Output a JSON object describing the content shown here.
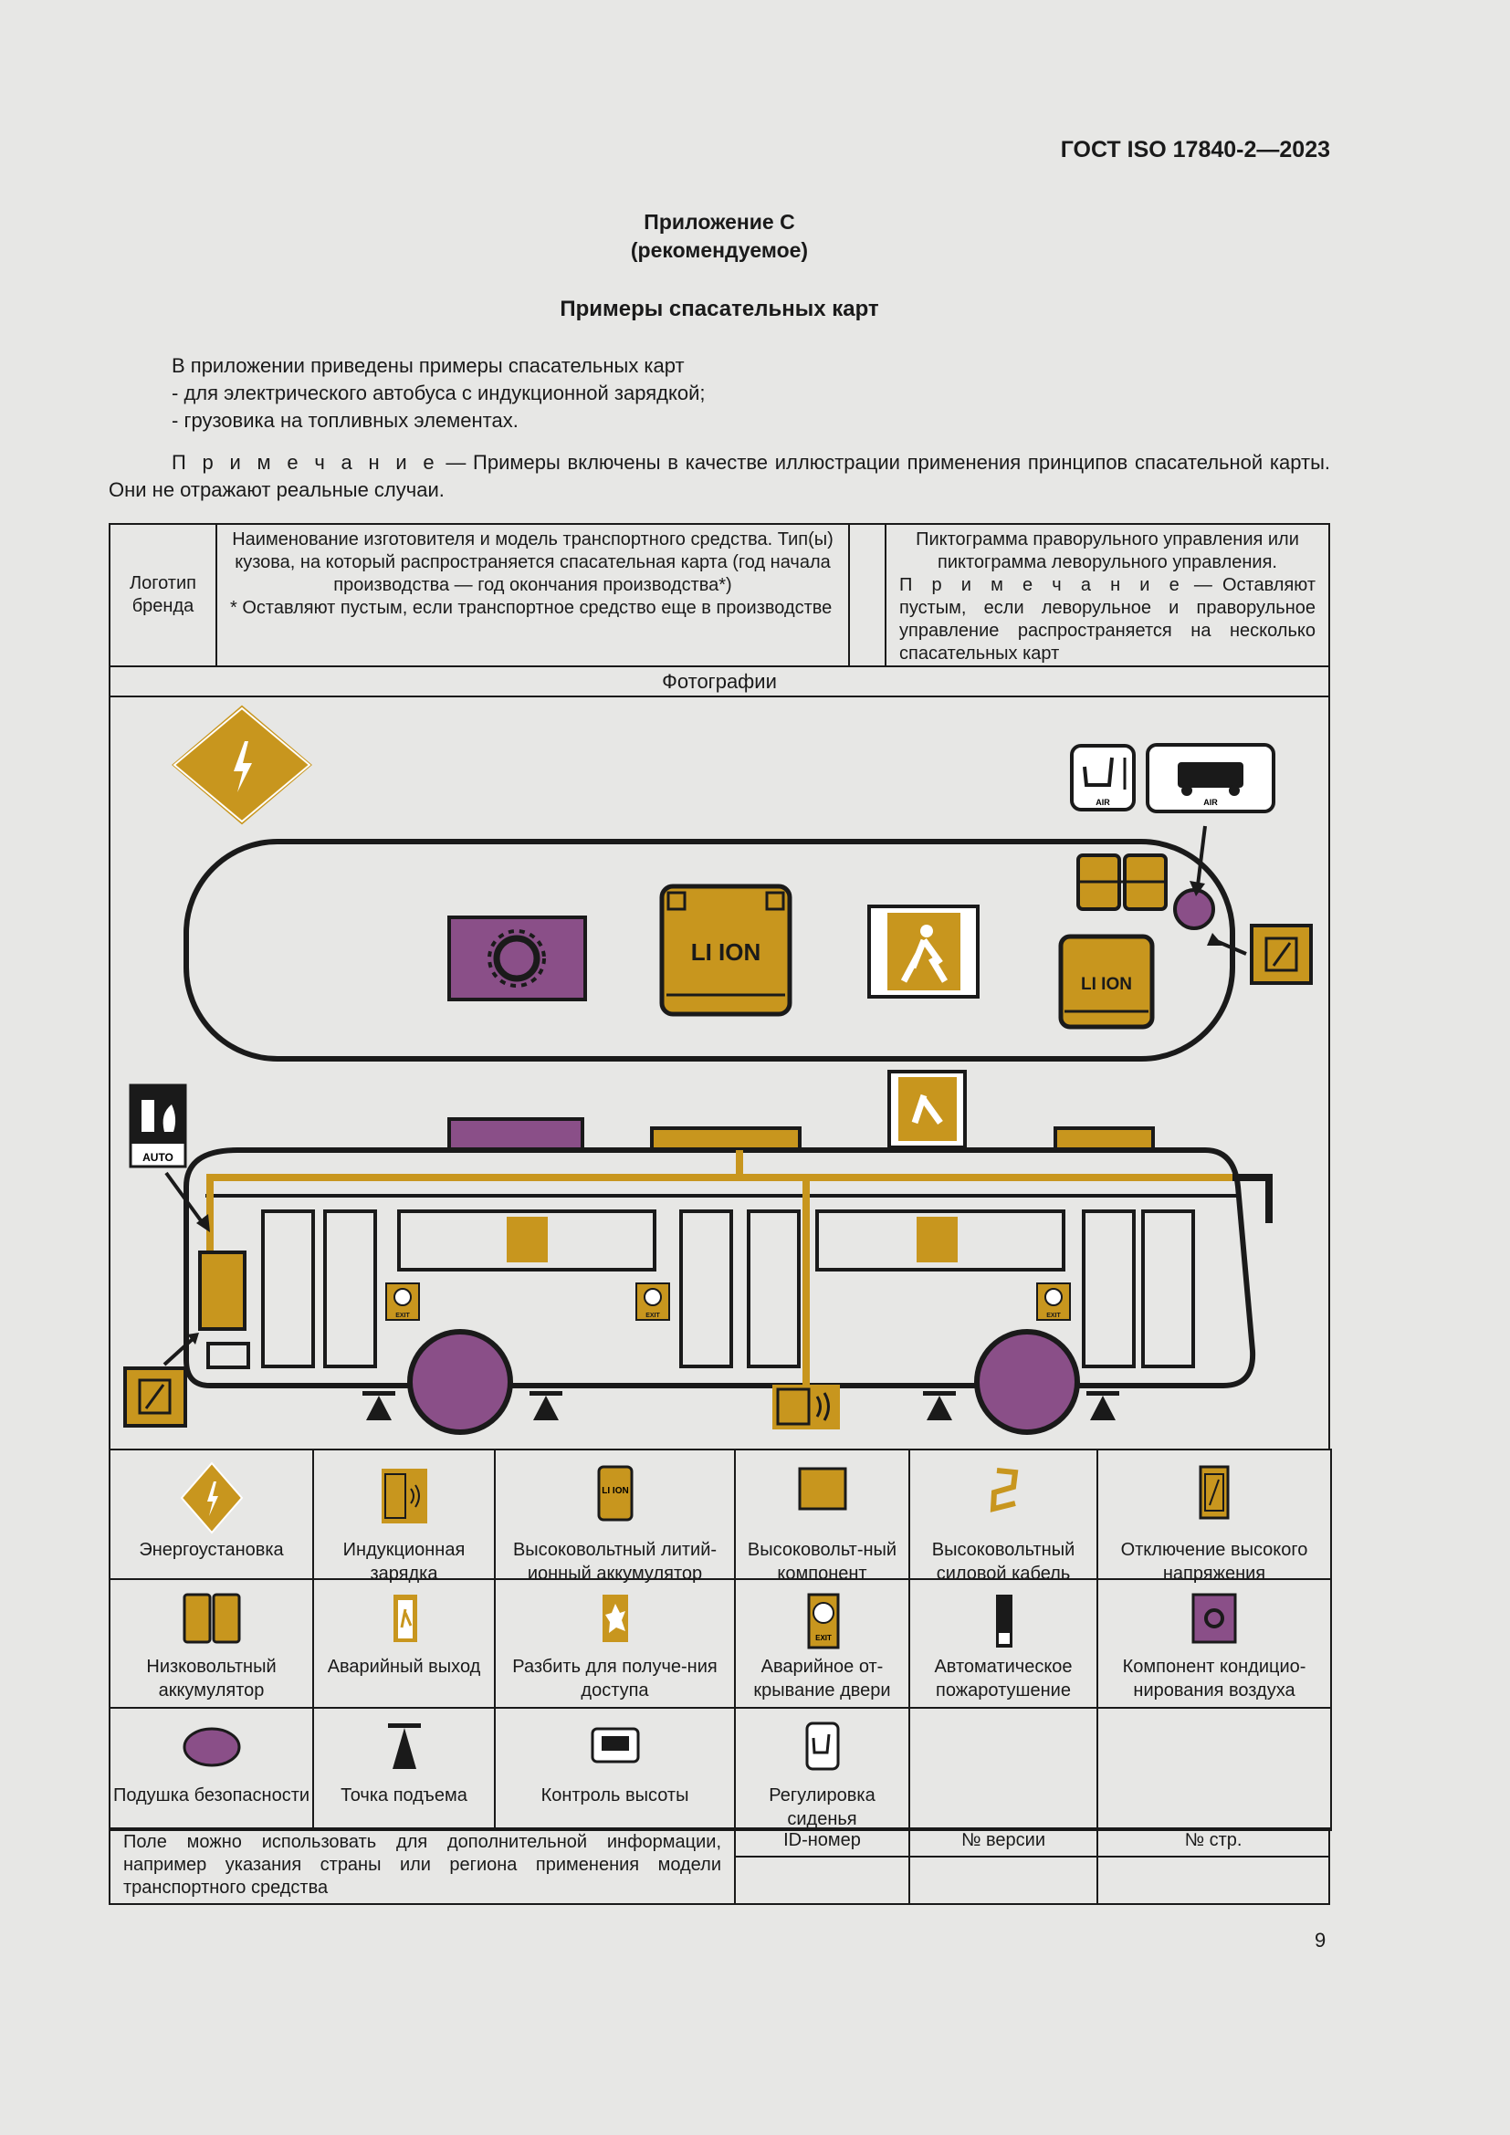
{
  "header": {
    "standard": "ГОСТ ISO 17840-2—2023"
  },
  "annex": {
    "title": "Приложение С",
    "status": "(рекомендуемое)",
    "heading": "Примеры спасательных карт"
  },
  "intro": {
    "lines": [
      "В приложении приведены примеры спасательных карт",
      "- для электрического автобуса с индукционной зарядкой;",
      "- грузовика на топливных элементах."
    ],
    "note_label": "П р и м е ч а н и е",
    "note_text": " — Примеры включены в качестве иллюстрации применения принципов спасательной карты. Они не отражают реальные случаи."
  },
  "card": {
    "logo": "Логотип бренда",
    "model_text": "Наименование изготовителя и модель транспортного средства. Тип(ы) кузова, на который распространяется спасательная карта (год начала производства — год окончания производства*)",
    "model_footnote": "* Оставляют пустым, если транспортное средство еще в производстве",
    "pictogram_text": "Пиктограмма праворульного управления или пиктограмма леворульного управления.",
    "pictogram_note_label": "П р и м е ч а н и е",
    "pictogram_note_text": " — Оставляют пустым, если леворульное и праворульное управление распространяется на несколько спасательных карт",
    "photos": "Фотографии",
    "drawing_labels": {
      "li_ion": "LI ION",
      "auto": "AUTO",
      "air": "AIR",
      "exit": "EXIT"
    }
  },
  "legend": [
    {
      "icon": "power-plant-diamond-icon",
      "label": "Энергоустановка"
    },
    {
      "icon": "induction-charging-icon",
      "label": "Индукционная зарядка"
    },
    {
      "icon": "li-ion-battery-icon",
      "label": "Высоковольтный литий-ионный аккумулятор"
    },
    {
      "icon": "hv-component-icon",
      "label": "Высоковольт-ный компонент"
    },
    {
      "icon": "hv-cable-icon",
      "label": "Высоковольтный силовой кабель"
    },
    {
      "icon": "hv-disconnect-icon",
      "label": "Отключение высокого напряжения"
    },
    {
      "icon": "low-voltage-battery-icon",
      "label": "Низковольтный аккумулятор"
    },
    {
      "icon": "emergency-exit-icon",
      "label": "Аварийный выход"
    },
    {
      "icon": "break-glass-icon",
      "label": "Разбить для получе-ния доступа"
    },
    {
      "icon": "emergency-door-release-icon",
      "label": "Аварийное от-крывание двери"
    },
    {
      "icon": "auto-fire-suppression-icon",
      "label": "Автоматическое пожаротушение"
    },
    {
      "icon": "air-conditioning-icon",
      "label": "Компонент кондицио-нирования воздуха"
    },
    {
      "icon": "airbag-icon",
      "label": "Подушка безопасности"
    },
    {
      "icon": "lifting-point-icon",
      "label": "Точка подъема"
    },
    {
      "icon": "height-control-icon",
      "label": "Контроль высоты"
    },
    {
      "icon": "seat-adjust-icon",
      "label": "Регулировка сиденья"
    }
  ],
  "footer": {
    "info": "Поле можно использовать для дополнительной информации, например указания страны или региона применения модели транспортного средства",
    "id": "ID-номер",
    "version": "№ версии",
    "page_no": "№ стр."
  },
  "page_number": "9",
  "colors": {
    "gold": "#c8961e",
    "purple": "#8a4f88",
    "line": "#1a1a1a",
    "paper": "#e7e7e5"
  }
}
